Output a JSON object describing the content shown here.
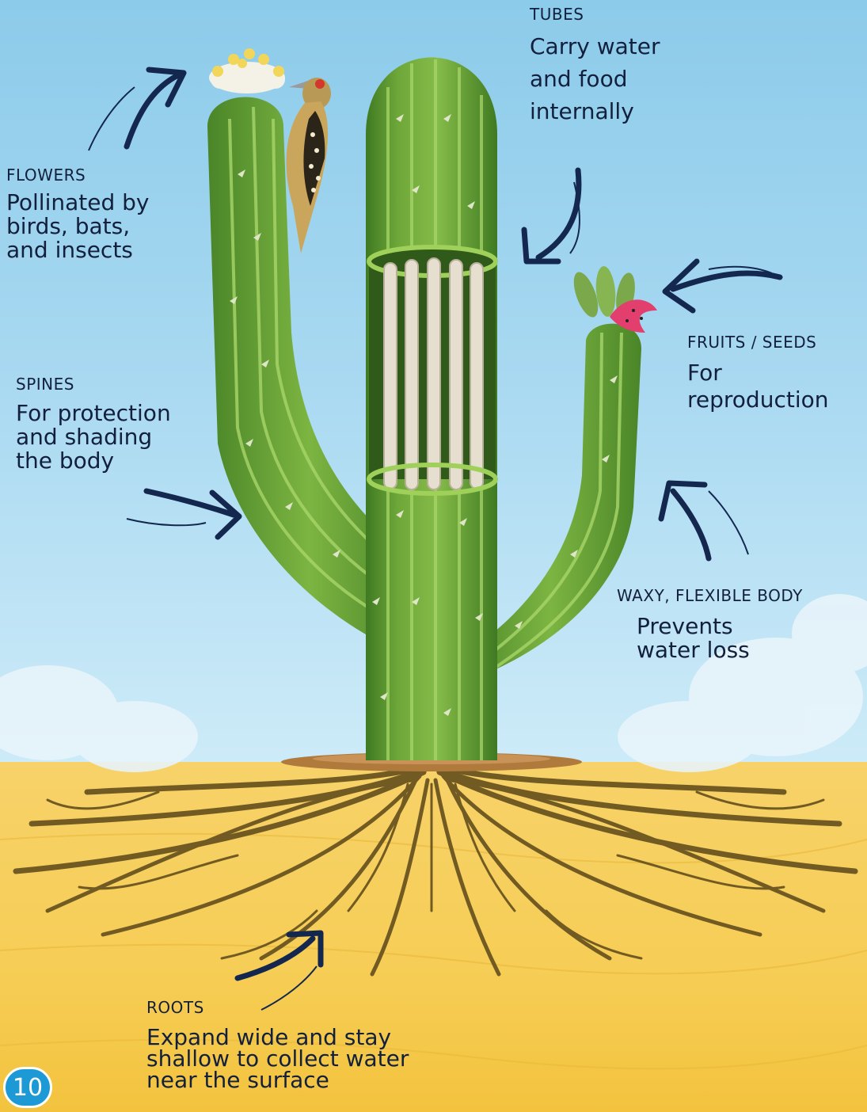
{
  "labels": {
    "tubes": {
      "title": "TUBES",
      "desc": "Carry water\nand food\ninternally"
    },
    "flowers": {
      "title": "FLOWERS",
      "desc": "Pollinated by\nbirds, bats,\nand insects"
    },
    "spines": {
      "title": "SPINES",
      "desc": "For protection\nand shading\nthe body"
    },
    "fruits": {
      "title": "FRUITS / SEEDS",
      "desc": "For\nreproduction"
    },
    "waxy": {
      "title": "WAXY, FLEXIBLE BODY",
      "desc": "Prevents\nwater loss"
    },
    "roots": {
      "title": "ROOTS",
      "desc": "Expand wide and stay\nshallow to collect water\nnear the surface"
    }
  },
  "page_number": "10",
  "colors": {
    "text": "#12203d",
    "arrow": "#14284f",
    "cactus_dark": "#4f8a2a",
    "cactus_mid": "#6fa83a",
    "cactus_light": "#a8d66a",
    "root": "#6b5520",
    "badge": "#1d9ad6"
  }
}
